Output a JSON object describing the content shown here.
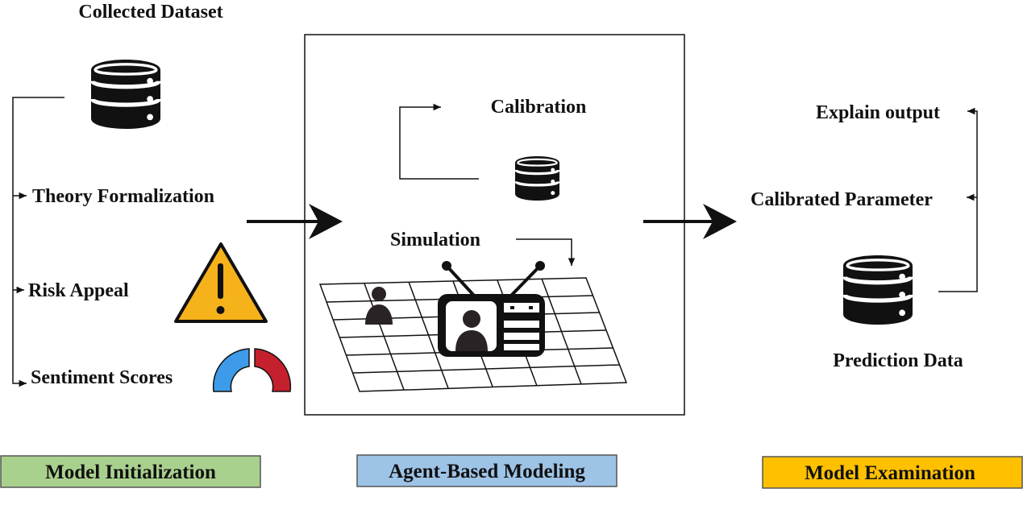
{
  "model_initialization": {
    "dataset_label": "Collected Dataset",
    "items": [
      {
        "label": "Theory Formalization"
      },
      {
        "label": "Risk Appeal"
      },
      {
        "label": "Sentiment Scores"
      }
    ],
    "stage_label": "Model Initialization",
    "stage_color": "#a9d18e"
  },
  "agent_based_modeling": {
    "calibration_label": "Calibration",
    "simulation_label": "Simulation",
    "stage_label": "Agent-Based Modeling",
    "stage_color": "#9dc3e6"
  },
  "model_examination": {
    "items": [
      {
        "label": "Explain output"
      },
      {
        "label": "Calibrated Parameter"
      }
    ],
    "prediction_label": "Prediction Data",
    "stage_label": "Model Examination",
    "stage_color": "#ffc000"
  },
  "icons": {
    "database": "database-icon",
    "warning": "warning-icon",
    "gauge": "sentiment-gauge-icon",
    "person": "person-icon",
    "robot": "robot-agent-icon",
    "grid": "grid-map-icon"
  },
  "colors": {
    "warning_fill": "#f5b21b",
    "gauge_blue": "#3d9be9",
    "gauge_red": "#c5202e",
    "icon_dark": "#2a2325"
  }
}
